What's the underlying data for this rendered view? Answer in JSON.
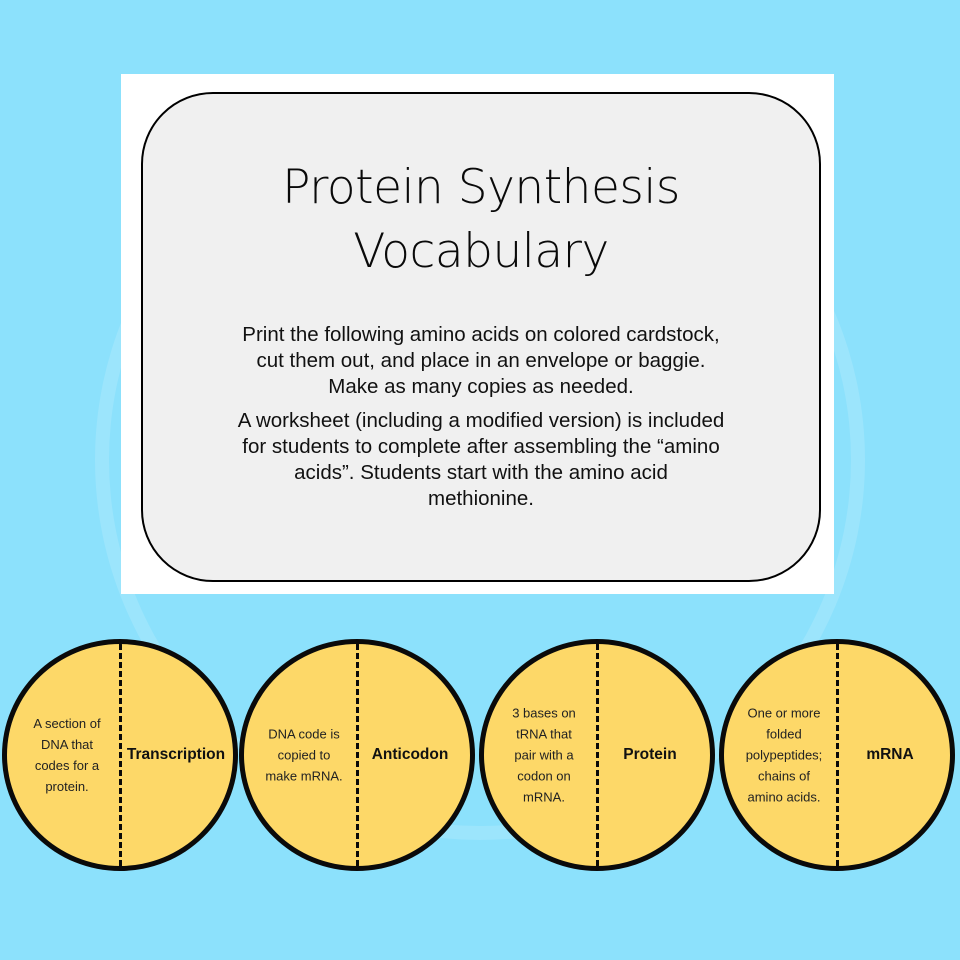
{
  "colors": {
    "background": "#8CE1FC",
    "panel": "#FFFFFF",
    "card": "#F0F0F0",
    "circle_fill": "#FDD868",
    "outline": "#0A0A0A"
  },
  "card": {
    "title_lines": [
      "Protein Synthesis",
      "Vocabulary"
    ],
    "paragraph1_lines": [
      "Print the following amino acids on colored cardstock,",
      "cut them out, and place in an envelope or baggie.",
      "Make as many copies as needed."
    ],
    "paragraph2_lines": [
      "A worksheet (including a modified version) is included",
      "for students to complete after assembling the “amino",
      "acids”. Students start with the amino acid",
      "methionine."
    ]
  },
  "cards": [
    {
      "definition_lines": [
        "A section of",
        "DNA that",
        "codes for a",
        "protein."
      ],
      "term": "Transcription"
    },
    {
      "definition_lines": [
        "DNA code is",
        "copied to",
        "make mRNA."
      ],
      "term": "Anticodon"
    },
    {
      "definition_lines": [
        "3 bases on",
        "tRNA that",
        "pair with a",
        "codon on",
        "mRNA."
      ],
      "term": "Protein"
    },
    {
      "definition_lines": [
        "One or more",
        "folded",
        "polypeptides;",
        "chains of",
        "amino acids."
      ],
      "term": "mRNA"
    }
  ]
}
